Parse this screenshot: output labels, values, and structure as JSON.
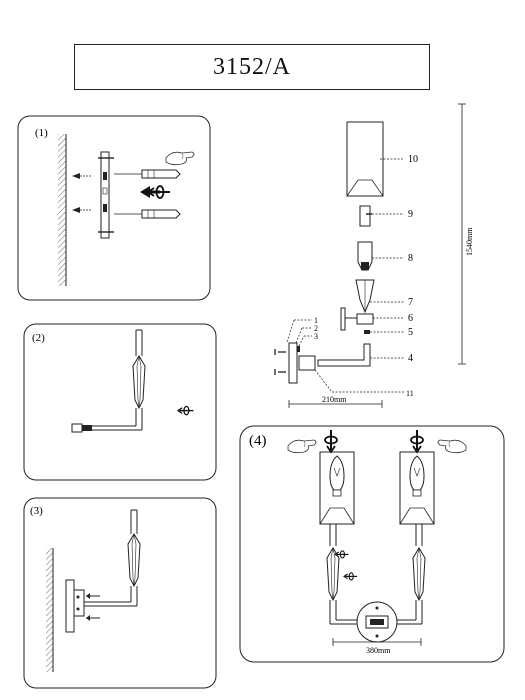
{
  "model": "3152/A",
  "steps": [
    {
      "label": "(1)"
    },
    {
      "label": "(2)"
    },
    {
      "label": "(3)"
    },
    {
      "label": "(4)"
    }
  ],
  "callouts": [
    "1",
    "2",
    "3",
    "4",
    "5",
    "6",
    "7",
    "8",
    "9",
    "10",
    "11"
  ],
  "dimensions": {
    "height": "1540mm",
    "depth": "210mm",
    "width": "380mm"
  }
}
